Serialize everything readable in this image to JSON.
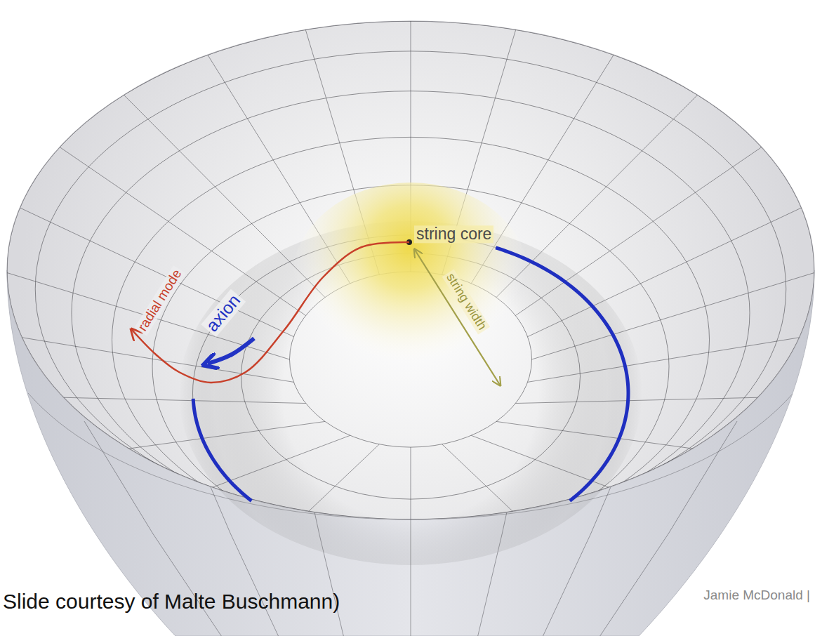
{
  "diagram": {
    "caption": "Slide courtesy of Malte Buschmann)",
    "labels": [
      "string core",
      "radial mode",
      "axion",
      "string width",
      "Jamie McDonald |"
    ]
  }
}
